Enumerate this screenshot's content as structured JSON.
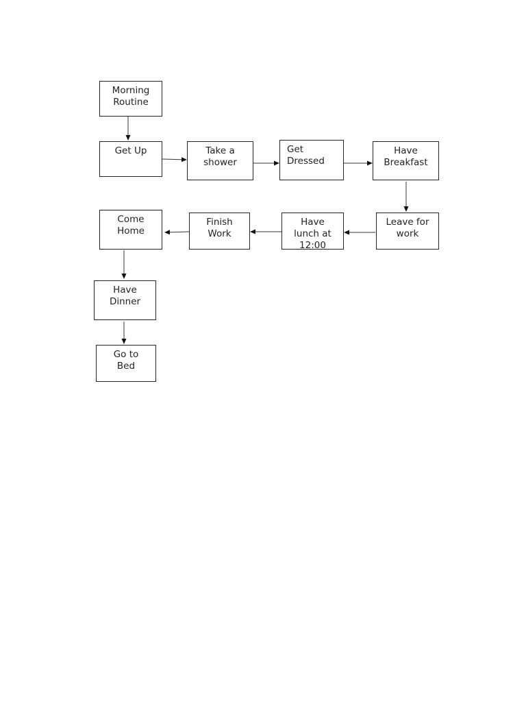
{
  "diagram": {
    "nodes": {
      "morning_routine": "Morning\nRoutine",
      "get_up": "Get Up",
      "take_shower": "Take a\nshower",
      "get_dressed": "Get\nDressed",
      "have_breakfast": "Have\nBreakfast",
      "leave_for_work": "Leave for\nwork",
      "have_lunch": "Have\nlunch at\n12:00",
      "finish_work": "Finish\nWork",
      "come_home": "Come\nHome",
      "have_dinner": "Have\nDinner",
      "go_to_bed": "Go to\nBed"
    },
    "edges": [
      {
        "from": "morning_routine",
        "to": "get_up"
      },
      {
        "from": "get_up",
        "to": "take_shower"
      },
      {
        "from": "take_shower",
        "to": "get_dressed"
      },
      {
        "from": "get_dressed",
        "to": "have_breakfast"
      },
      {
        "from": "have_breakfast",
        "to": "leave_for_work"
      },
      {
        "from": "leave_for_work",
        "to": "have_lunch"
      },
      {
        "from": "have_lunch",
        "to": "finish_work"
      },
      {
        "from": "finish_work",
        "to": "come_home"
      },
      {
        "from": "come_home",
        "to": "have_dinner"
      },
      {
        "from": "have_dinner",
        "to": "go_to_bed"
      }
    ]
  }
}
